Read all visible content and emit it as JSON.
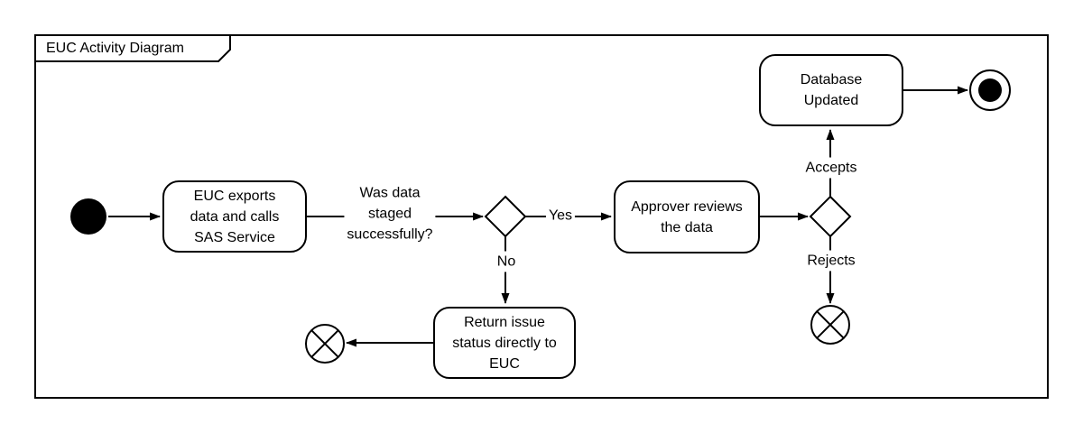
{
  "frame": {
    "title": "EUC Activity Diagram"
  },
  "activities": {
    "export": {
      "lines": [
        "EUC exports",
        "data and calls",
        "SAS Service"
      ]
    },
    "approver": {
      "lines": [
        "Approver reviews",
        "the data"
      ]
    },
    "database": {
      "lines": [
        "Database",
        "Updated"
      ]
    },
    "return_issue": {
      "lines": [
        "Return issue",
        "status directly to",
        "EUC"
      ]
    }
  },
  "edge_labels": {
    "question": {
      "lines": [
        "Was data",
        "staged",
        "successfully?"
      ]
    },
    "yes": "Yes",
    "no": "No",
    "accepts": "Accepts",
    "rejects": "Rejects"
  },
  "colors": {
    "stroke": "#000000",
    "fill": "#ffffff"
  }
}
